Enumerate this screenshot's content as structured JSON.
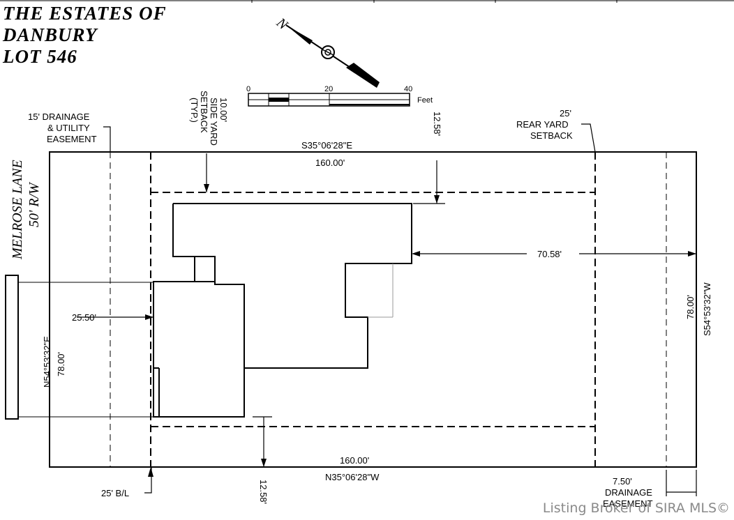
{
  "title": {
    "line1": "THE ESTATES OF",
    "line2": "DANBURY",
    "line3": "LOT 546"
  },
  "north_arrow": {
    "label": "N"
  },
  "scale_bar": {
    "ticks": [
      "0",
      "20",
      "40"
    ],
    "unit": "Feet"
  },
  "labels": {
    "drainage_utility_easement": [
      "15' DRAINAGE",
      "& UTILITY",
      "EASEMENT"
    ],
    "side_yard_setback": [
      "10.00'",
      "SIDE YARD",
      "SETBACK",
      "(TYP.)"
    ],
    "rear_yard_setback": [
      "25'",
      "REAR YARD",
      "SETBACK"
    ],
    "street": "MELROSE LANE",
    "row": "50' R/W",
    "top_bearing": "S35°06'28\"E",
    "top_distance": "160.00'",
    "bottom_distance": "160.00'",
    "bottom_bearing": "N35°06'28\"W",
    "right_distance": "78.00'",
    "right_bearing": "S54°53'32\"W",
    "left_distance": "78.00'",
    "left_bearing": "N54°53'32\"E",
    "dim_top_setback": "12.58'",
    "dim_bottom_setback": "12.58'",
    "dim_front": "25.50'",
    "dim_rear": "70.58'",
    "building_line": "25' B/L",
    "drainage_easement_rear": [
      "7.50'",
      "DRAINAGE",
      "EASEMENT"
    ]
  },
  "watermark": "Listing Broker of SIRA MLS©"
}
